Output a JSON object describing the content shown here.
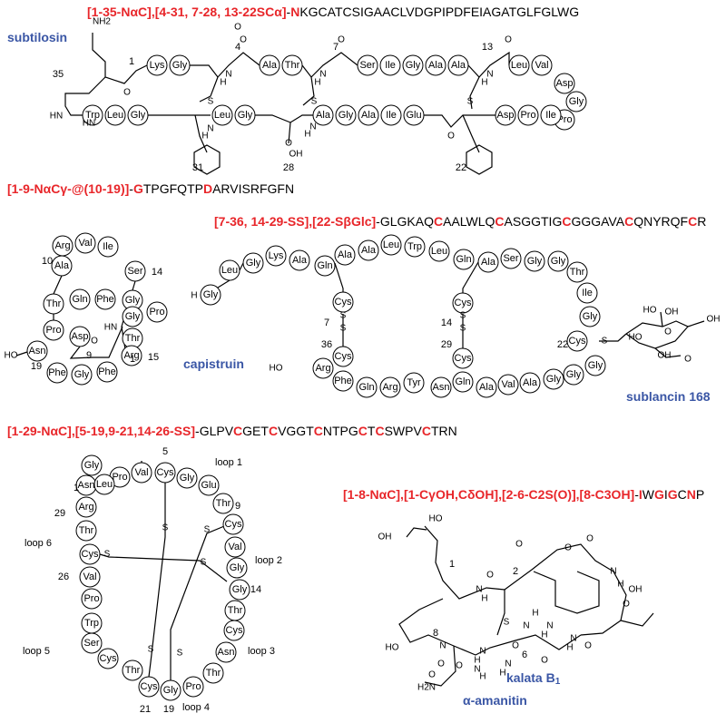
{
  "headers": {
    "subtilosin": {
      "tag": "[1-35-NαC],[4-31, 7-28, 13-22SCα]",
      "seq": [
        {
          "t": "N",
          "red": true
        },
        {
          "t": "KGCATCSIGAACLVDGPIPDFEIAGATGLFGLWG",
          "red": false
        }
      ]
    },
    "capistruin": {
      "tag": "[1-9-NαCγ-@(10-19)]",
      "seq": [
        {
          "t": "G",
          "red": true
        },
        {
          "t": "TPGFQTP",
          "red": false
        },
        {
          "t": "D",
          "red": true
        },
        {
          "t": "ARVISRFGFN",
          "red": false
        }
      ]
    },
    "sublancin": {
      "tag": "[7-36, 14-29-SS],[22-SβGlc]",
      "seq": [
        {
          "t": "GLGKAQ",
          "red": false
        },
        {
          "t": "C",
          "red": true
        },
        {
          "t": "AALWLQ",
          "red": false
        },
        {
          "t": "C",
          "red": true
        },
        {
          "t": "ASGGTIG",
          "red": false
        },
        {
          "t": "C",
          "red": true
        },
        {
          "t": "GGGAVA",
          "red": false
        },
        {
          "t": "C",
          "red": true
        },
        {
          "t": "QNYRQF",
          "red": false
        },
        {
          "t": "C",
          "red": true
        },
        {
          "t": "R",
          "red": false
        }
      ]
    },
    "kalata": {
      "tag": "[1-29-NαC],[5-19,9-21,14-26-SS]",
      "seq": [
        {
          "t": "GLPV",
          "red": false
        },
        {
          "t": "C",
          "red": true
        },
        {
          "t": "GET",
          "red": false
        },
        {
          "t": "C",
          "red": true
        },
        {
          "t": "VGGT",
          "red": false
        },
        {
          "t": "C",
          "red": true
        },
        {
          "t": "NTPG",
          "red": false
        },
        {
          "t": "C",
          "red": true
        },
        {
          "t": "T",
          "red": false
        },
        {
          "t": "C",
          "red": true
        },
        {
          "t": "SWPV",
          "red": false
        },
        {
          "t": "C",
          "red": true
        },
        {
          "t": "TRN",
          "red": false
        }
      ]
    },
    "amanitin": {
      "tag": "[1-8-NαC],[1-CγOH,CδOH],[2-6-C2S(O)],[8-C3OH]",
      "seq": [
        {
          "t": "I",
          "red": true
        },
        {
          "t": "W",
          "red": false
        },
        {
          "t": "G",
          "red": true
        },
        {
          "t": "I",
          "red": false
        },
        {
          "t": "G",
          "red": true
        },
        {
          "t": "C",
          "red": false
        },
        {
          "t": "N",
          "red": true
        },
        {
          "t": "P",
          "red": false
        }
      ]
    }
  },
  "names": {
    "subtilosin": "subtilosin",
    "capistruin": "capistruin",
    "sublancin": "sublancin 168",
    "kalata_main": "kalata B",
    "kalata_sub": "1",
    "amanitin": "α-amanitin"
  },
  "subtilosin": {
    "top": [
      "Lys",
      "Gly",
      "Ala",
      "Thr",
      "Ser",
      "Ile",
      "Gly",
      "Ala",
      "Ala",
      "Leu",
      "Val",
      "Asp",
      "Gly",
      "Pro"
    ],
    "bottom": [
      "Trp",
      "Leu",
      "Gly",
      "Leu",
      "Gly",
      "Ala",
      "Gly",
      "Ala",
      "Ile",
      "Glu",
      "Asp",
      "Pro",
      "Ile"
    ],
    "nums": [
      "1",
      "4",
      "7",
      "13",
      "35",
      "31",
      "28",
      "22"
    ],
    "atoms": [
      "NH2",
      "O",
      "O",
      "N",
      "H",
      "N",
      "H",
      "N",
      "H",
      "O",
      "O",
      "O",
      "S",
      "S",
      "S",
      "HN",
      "HN",
      "N",
      "H",
      "N",
      "H",
      "O",
      "OH",
      "O"
    ]
  },
  "capistruin": {
    "res": [
      "Arg",
      "Val",
      "Ile",
      "Ala",
      "Ser",
      "Thr",
      "Gln",
      "Phe",
      "Gly",
      "Pro",
      "Pro",
      "Asp",
      "Thr",
      "Gly",
      "Asn",
      "Phe",
      "Gly",
      "Phe",
      "Arg"
    ],
    "nums": [
      "10",
      "14",
      "9",
      "1",
      "19",
      "15"
    ],
    "atoms": [
      "HN",
      "O",
      "HO"
    ]
  },
  "sublancin": {
    "top": [
      "Leu",
      "Gly",
      "Lys",
      "Ala",
      "Gln",
      "Ala",
      "Ala",
      "Leu",
      "Trp",
      "Leu",
      "Gln",
      "Ala",
      "Ser",
      "Gly",
      "Gly",
      "Thr",
      "Ile",
      "Gly",
      "Gly",
      "Gly"
    ],
    "bottom": [
      "Phe",
      "Gln",
      "Arg",
      "Tyr",
      "Asn",
      "Gln",
      "Ala",
      "Val",
      "Ala",
      "Gly"
    ],
    "cys": [
      "Cys",
      "Cys",
      "Cys",
      "Cys",
      "Cys"
    ],
    "ends": [
      "Gly",
      "Arg"
    ],
    "nums": [
      "7",
      "36",
      "14",
      "29",
      "22"
    ],
    "atoms": [
      "H",
      "S",
      "S",
      "S",
      "S",
      "S",
      "HO",
      "HO",
      "OH",
      "OH",
      "OH",
      "HO",
      "O",
      "O"
    ]
  },
  "kalata": {
    "res": [
      "Pro",
      "Val",
      "Cys",
      "Gly",
      "Glu",
      "Thr",
      "Cys",
      "Val",
      "Gly",
      "Gly",
      "Thr",
      "Cys",
      "Asn",
      "Thr",
      "Pro",
      "Gly",
      "Cys",
      "Thr",
      "Cys",
      "Ser",
      "Trp",
      "Pro",
      "Val",
      "Cys",
      "Thr",
      "Arg",
      "Asn",
      "Gly",
      "Leu"
    ],
    "nums": [
      "5",
      "9",
      "14",
      "19",
      "21",
      "26",
      "29",
      "1"
    ],
    "loops": [
      "loop 1",
      "loop 2",
      "loop 3",
      "loop 4",
      "loop 5",
      "loop 6"
    ],
    "atoms": [
      "S",
      "S",
      "S",
      "S",
      "S",
      "S"
    ]
  },
  "amanitin": {
    "nums": [
      "1",
      "2",
      "6",
      "8"
    ],
    "atoms": [
      "HO",
      "OH",
      "O",
      "N",
      "H",
      "O",
      "H",
      "N",
      "O",
      "O",
      "N",
      "H",
      "O",
      "N",
      "H",
      "O",
      "S",
      "N",
      "H",
      "OH",
      "HO",
      "N",
      "O",
      "O",
      "N",
      "H",
      "N",
      "H",
      "O",
      "N",
      "H",
      "O",
      "H2N",
      "O"
    ]
  }
}
